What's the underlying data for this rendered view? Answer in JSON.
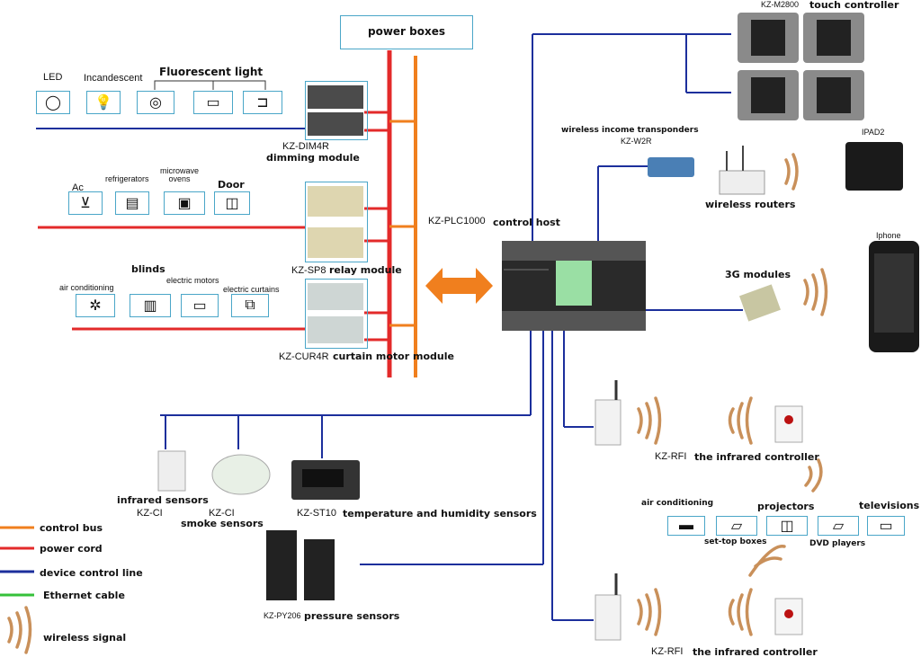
{
  "power_boxes": "power boxes",
  "lighting": {
    "led": "LED",
    "incandescent": "Incandescent",
    "fluorescent": "Fluorescent light",
    "module_code": "KZ-DIM4R",
    "module_name": "dimming module"
  },
  "appliances": {
    "ac": "Ac",
    "refrigerators": "refrigerators",
    "microwave": "microwave\novens",
    "door": "Door",
    "module_code": "KZ-SP8",
    "module_name": "relay module"
  },
  "curtains": {
    "blinds": "blinds",
    "air_conditioning": "air conditioning",
    "electric_motors": "electric motors",
    "electric_curtains": "electric curtains",
    "module_code": "KZ-CUR4R",
    "module_name": "curtain motor module"
  },
  "host": {
    "code": "KZ-PLC1000",
    "name": "control host"
  },
  "touch": {
    "code": "KZ-M2800",
    "name": "touch controller"
  },
  "wireless": {
    "transponders": "wireless income transponders",
    "transponders_code": "KZ-W2R",
    "routers": "wireless routers",
    "ipad": "IPAD2",
    "iphone": "Iphone",
    "modules_3g": "3G modules"
  },
  "sensors": {
    "infrared": "infrared sensors",
    "infrared_code": "KZ-CI",
    "smoke_code": "KZ-CI",
    "smoke": "smoke sensors",
    "temp_code": "KZ-ST10",
    "temp": "temperature and humidity sensors",
    "pressure_code": "KZ-PY206",
    "pressure": "pressure sensors"
  },
  "infrared_top": {
    "code": "KZ-RFI",
    "name": "the infrared controller"
  },
  "infrared_bottom": {
    "code": "KZ-RFI",
    "name": "the infrared controller"
  },
  "av": {
    "air_conditioning": "air conditioning",
    "projectors": "projectors",
    "televisions": "televisions",
    "set_top": "set-top boxes",
    "dvd": "DVD players"
  },
  "legend": {
    "control_bus": "control bus",
    "power_cord": "power cord",
    "device_control": "device control line",
    "ethernet": "Ethernet cable",
    "wireless": "wireless signal"
  },
  "colors": {
    "control_bus": "#f07f1e",
    "power_cord": "#e32a2a",
    "device_control": "#1c2f9c",
    "ethernet": "#36c13a",
    "wireless": "#c9905a"
  }
}
